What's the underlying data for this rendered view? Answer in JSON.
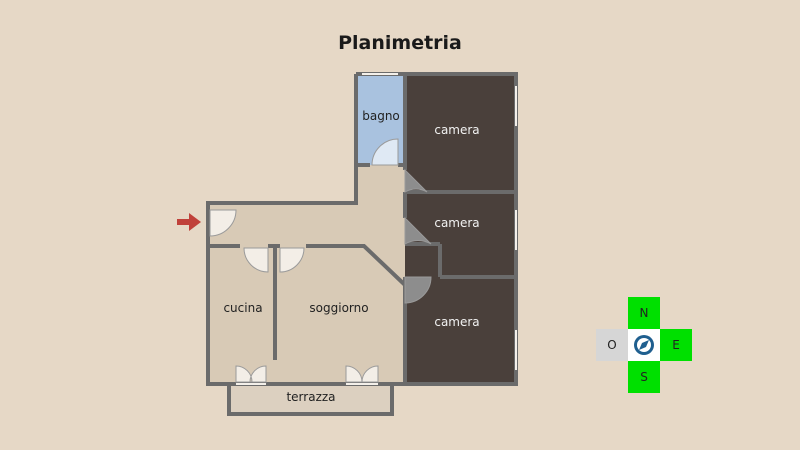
{
  "title": "Planimetria",
  "rooms": {
    "bagno": "bagno",
    "camera_1": "camera",
    "camera_2": "camera",
    "camera_3": "camera",
    "cucina": "cucina",
    "soggiorno": "soggiorno",
    "terrazza": "terrazza"
  },
  "compass": {
    "north": "N",
    "south": "S",
    "east": "E",
    "west": "O",
    "icon": "compass-icon"
  },
  "colors": {
    "background": "#e6d8c6",
    "floor": "#d8cab6",
    "bathroom": "#a9c2df",
    "bedroom": "#4a403b",
    "wall": "#6b6b6b",
    "entry_arrow": "#c0413a",
    "compass_green": "#00e000",
    "compass_gray": "#d6d6d6"
  }
}
